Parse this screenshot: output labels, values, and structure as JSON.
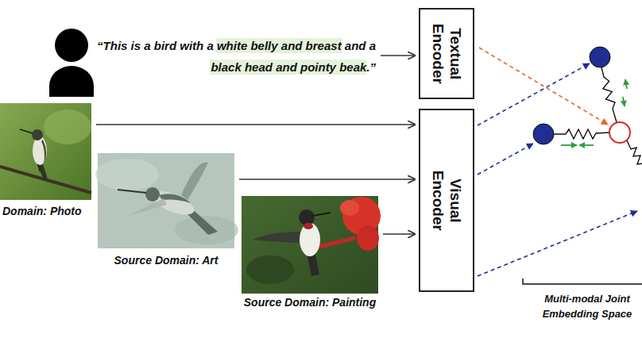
{
  "diagram": {
    "nodes": [
      {
        "text": [
          "“This is a bird with a white belly and breast and a black head and pointy beak.”"
        ]
      },
      {
        "text": [
          "Textual Encoder"
        ]
      },
      {
        "text": [
          "Visual Encoder"
        ]
      },
      {
        "text": [
          "Domain: Photo"
        ]
      },
      {
        "text": [
          "Source Domain: Art"
        ]
      },
      {
        "text": [
          "Source Domain: Painting"
        ]
      }
    ],
    "edges": [
      {
        "from": 0,
        "to": 1,
        "arrow": "to"
      },
      {
        "from": 3,
        "to": 2,
        "arrow": "to"
      },
      {
        "from": 4,
        "to": 2,
        "arrow": "to"
      },
      {
        "from": 5,
        "to": 2,
        "arrow": "to"
      }
    ],
    "labels": [
      "Multi-modal Joint Embedding Space"
    ]
  }
}
